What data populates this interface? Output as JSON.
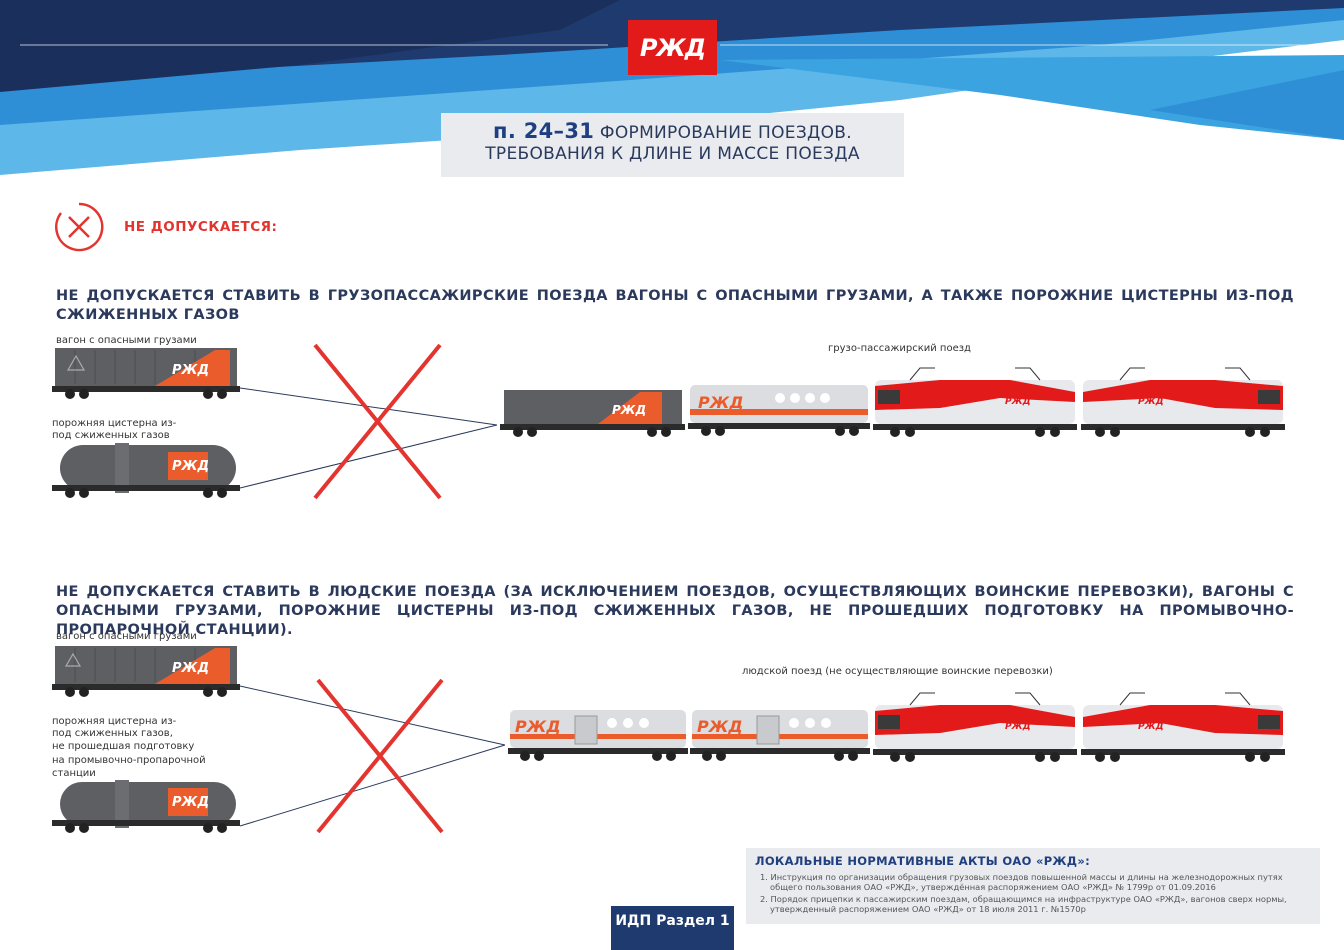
{
  "logo": {
    "text": "РЖД"
  },
  "title": {
    "number": "п. 24–31",
    "line1": "ФОРМИРОВАНИЕ ПОЕЗДОВ.",
    "line2": "ТРЕБОВАНИЯ К ДЛИНЕ И МАССЕ ПОЕЗДА"
  },
  "warning": {
    "label": "НЕ ДОПУСКАЕТСЯ:",
    "icon": "cross-circle-icon"
  },
  "section1": {
    "heading": "НЕ ДОПУСКАЕТСЯ СТАВИТЬ В ГРУЗОПАССАЖИРСКИЕ ПОЕЗДА ВАГОНЫ С ОПАСНЫМИ ГРУЗАМИ, А ТАКЖЕ ПОРОЖНИЕ ЦИСТЕРНЫ ИЗ-ПОД СЖИЖЕННЫХ ГАЗОВ",
    "wagon_label": "вагон с опасными грузами",
    "tank_label_1": "порожняя цистерна из-",
    "tank_label_2": "под сжиженных газов",
    "train_caption": "грузо-пассажирский поезд"
  },
  "section2": {
    "heading": "НЕ ДОПУСКАЕТСЯ СТАВИТЬ В ЛЮДСКИЕ ПОЕЗДА (ЗА ИСКЛЮЧЕНИЕМ ПОЕЗДОВ, ОСУЩЕСТВЛЯЮЩИХ ВОИНСКИЕ ПЕРЕВОЗКИ), ВАГОНЫ С ОПАСНЫМИ ГРУЗАМИ, ПОРОЖНИЕ ЦИСТЕРНЫ ИЗ-ПОД СЖИЖЕННЫХ ГАЗОВ, НЕ ПРОШЕДШИХ ПОДГОТОВКУ НА ПРОМЫВОЧНО-ПРОПАРОЧНОЙ СТАНЦИИ).",
    "wagon_label": "вагон с опасными грузами",
    "tank_label_lines": [
      "порожняя цистерна из-",
      "под сжиженных газов,",
      "не прошедшая подготовку",
      "на промывочно-пропарочной",
      "станции"
    ],
    "train_caption": "людской поезд (не осуществляющие воинские перевозки)"
  },
  "acts": {
    "title": "ЛОКАЛЬНЫЕ НОРМАТИВНЫЕ АКТЫ ОАО «РЖД»:",
    "item1_line1": "1. Инструкция по организации обращения грузовых поездов повышенной массы и длины на железнодорожных путях",
    "item1_line2": "общего пользования ОАО «РЖД», утверждённая распоряжением ОАО «РЖД» № 1799р от 01.09.2016",
    "item2_line1": "2. Порядок прицепки к пассажирским поездам, обращающимся на инфраструктуре ОАО «РЖД», вагонов сверх нормы,",
    "item2_line2": "утвержденный распоряжением ОАО «РЖД» от 18 июля 2011 г. №1570р"
  },
  "footer": {
    "label": "ИДП Раздел 1"
  },
  "colors": {
    "navy": "#1f3a6e",
    "blue": "#2f8fd6",
    "red": "#e21a1a",
    "cross": "#e3342f",
    "wagon_gray": "#5d5f63"
  }
}
